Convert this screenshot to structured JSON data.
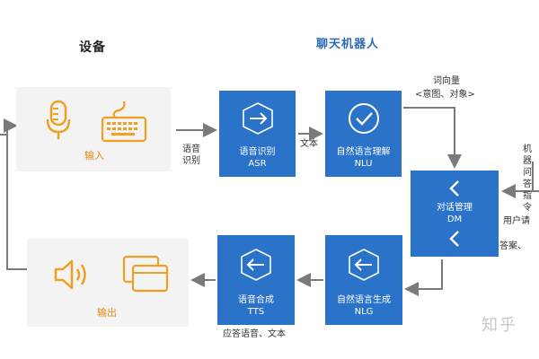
{
  "titles": {
    "devices": "设备",
    "chatbot": "聊天机器人"
  },
  "input_panel": {
    "label": "输入"
  },
  "output_panel": {
    "label": "输出"
  },
  "boxes": {
    "asr": {
      "line1": "语音识别",
      "line2": "ASR"
    },
    "nlu": {
      "line1": "自然语言理解",
      "line2": "NLU"
    },
    "dm": {
      "line1": "对话管理",
      "line2": "DM"
    },
    "nlg": {
      "line1": "自然语言生成",
      "line2": "NLG"
    },
    "tts": {
      "line1": "语音合成",
      "line2": "TTS"
    }
  },
  "labels": {
    "speech_recognition": [
      "语音",
      "识别"
    ],
    "text": "文本",
    "intent_line1": "词向量",
    "intent_line2": "<意图、对象>",
    "right_top": [
      "机器",
      "问答",
      "指令"
    ],
    "user_request": "用户请",
    "answer": "答案、",
    "reply_speech": "应答语音、文本"
  },
  "watermark": "知乎",
  "colors": {
    "box_blue": "#2a73c8",
    "accent_orange": "#f0a020",
    "arrow_gray": "#7a7a7a",
    "title_blue": "#2d6cb3"
  },
  "icons": [
    "microphone-icon",
    "keyboard-icon",
    "speaker-icon",
    "window-stack-icon",
    "cube-arrow-icon",
    "check-circle-icon",
    "chevron-left-icon"
  ]
}
